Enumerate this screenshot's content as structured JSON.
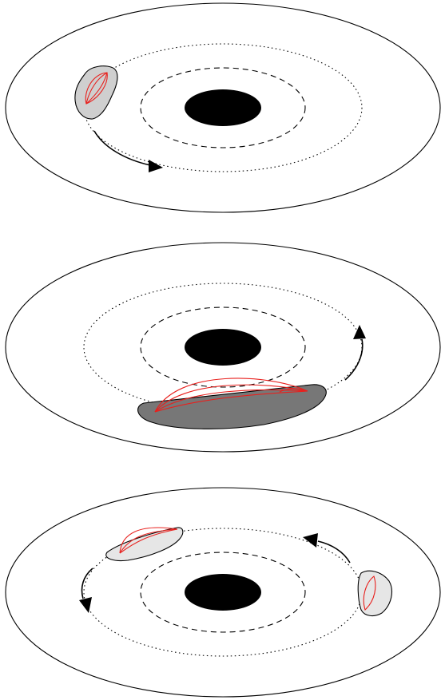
{
  "figure": {
    "panels": [
      {
        "id": "top",
        "blob_color": "#cfcfcf",
        "loop_color": "#e8201d"
      },
      {
        "id": "middle",
        "blob_color": "#777777",
        "loop_color": "#e8201d"
      },
      {
        "id": "bottom",
        "blob_color": "#e6e6e6",
        "loop_color": "#e8201d"
      }
    ],
    "colors": {
      "disk_outline": "#000000",
      "black_hole": "#000000",
      "magnetic_loops": "#e8201d",
      "background": "#ffffff"
    }
  }
}
